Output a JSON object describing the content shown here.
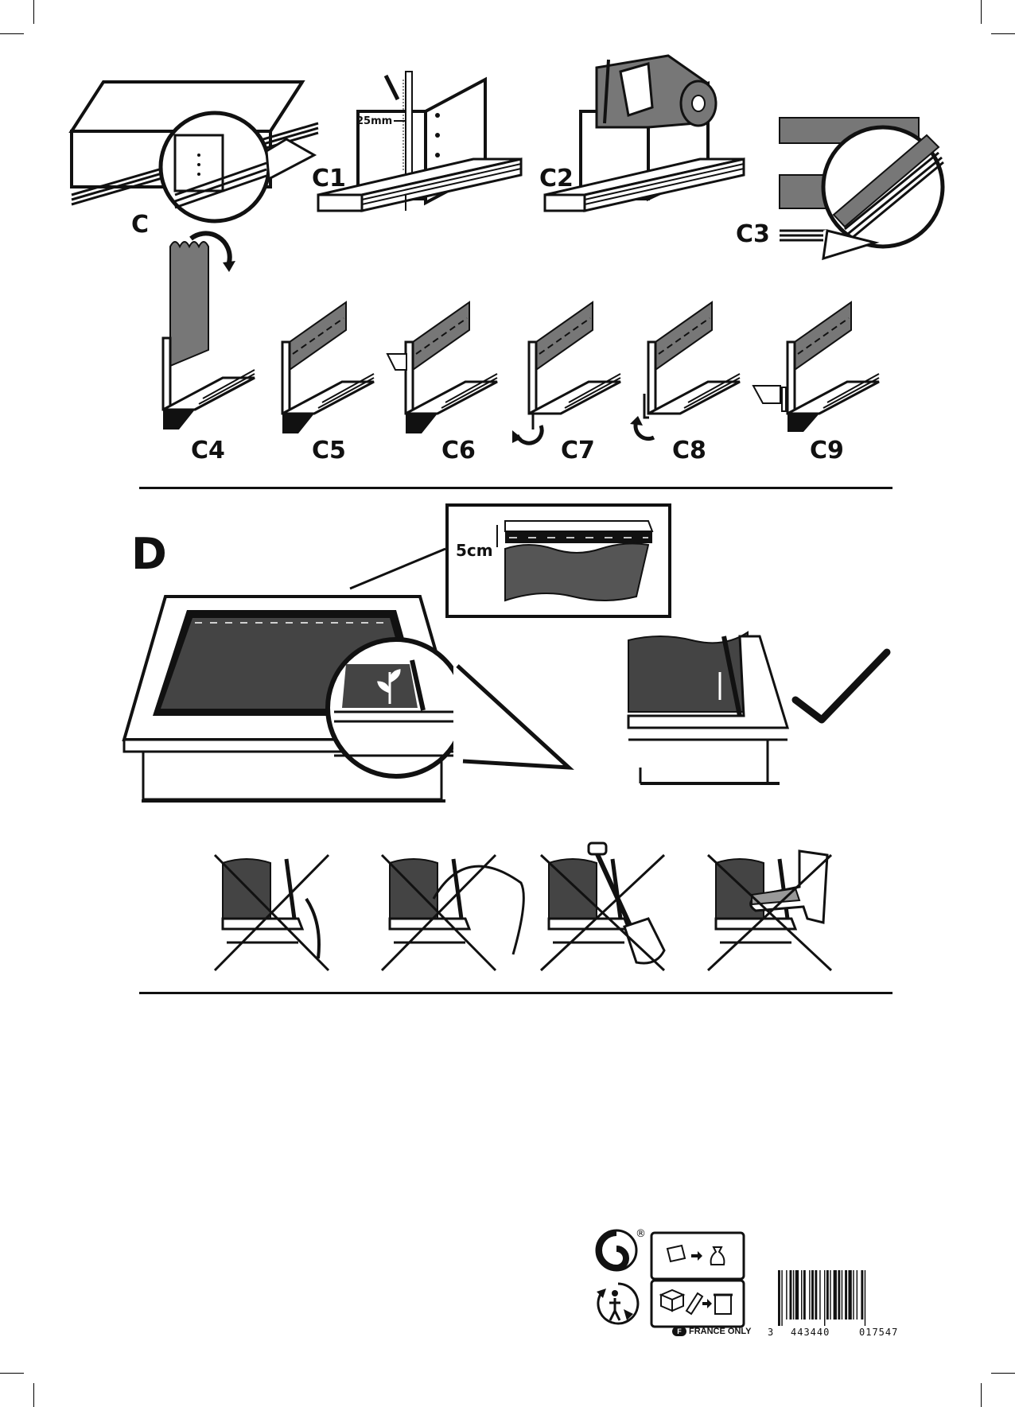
{
  "section_c": {
    "steps": [
      "C",
      "C1",
      "C2",
      "C3",
      "C4",
      "C5",
      "C6",
      "C7",
      "C8",
      "C9"
    ],
    "c1_dimension": "25mm"
  },
  "section_d": {
    "title": "D",
    "depth_label": "5cm"
  },
  "footer": {
    "barcode_prefix": "3",
    "barcode_left": "443440",
    "barcode_right": "017547",
    "france_badge": "F",
    "france_text": "FRANCE ONLY",
    "registered_mark": "®"
  }
}
